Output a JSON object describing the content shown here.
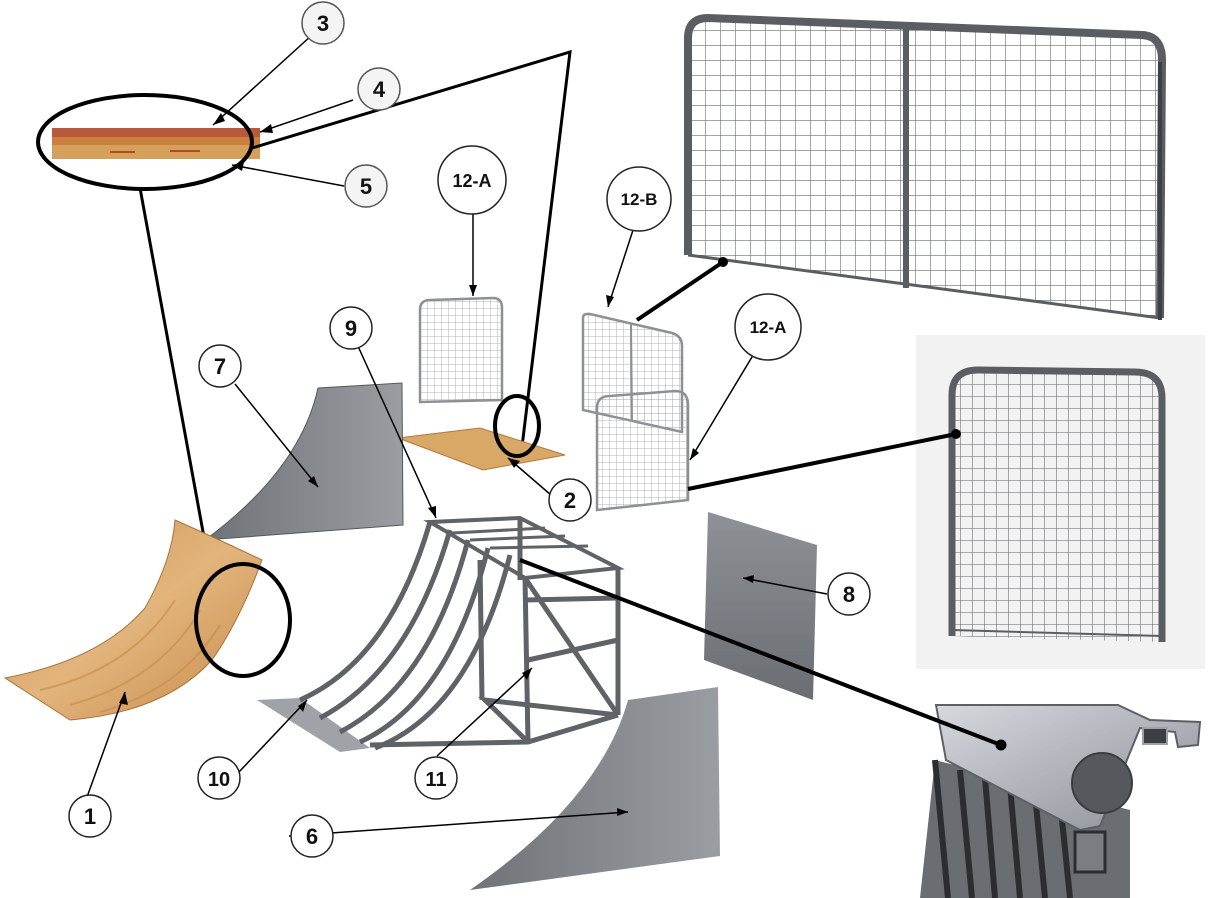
{
  "colors": {
    "wood": "#d9a766",
    "wood_dark": "#a8733a",
    "steel": "#5c5f63",
    "sheet": "#7f8388",
    "line": "#000000"
  },
  "callouts": [
    {
      "id": "c1",
      "label": "1"
    },
    {
      "id": "c2",
      "label": "2"
    },
    {
      "id": "c3",
      "label": "3"
    },
    {
      "id": "c4",
      "label": "4"
    },
    {
      "id": "c5",
      "label": "5"
    },
    {
      "id": "c6",
      "label": "6"
    },
    {
      "id": "c7",
      "label": "7"
    },
    {
      "id": "c8",
      "label": "8"
    },
    {
      "id": "c9",
      "label": "9"
    },
    {
      "id": "c10",
      "label": "10"
    },
    {
      "id": "c11",
      "label": "11"
    },
    {
      "id": "c12a1",
      "label": "12-A"
    },
    {
      "id": "c12b",
      "label": "12-B"
    },
    {
      "id": "c12a2",
      "label": "12-A"
    }
  ]
}
